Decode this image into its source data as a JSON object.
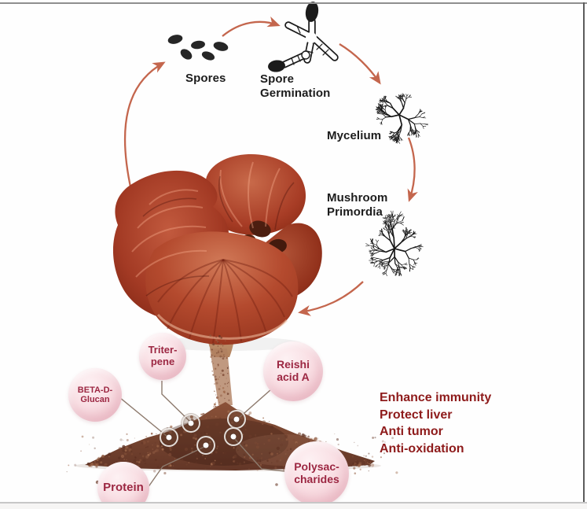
{
  "lifecycle": {
    "spores_label": "Spores",
    "germination_label": "Spore\nGermination",
    "mycelium_label": "Mycelium",
    "primordia_label": "Mushroom\nPrimordia"
  },
  "compounds": [
    {
      "label": "Triter-\npene"
    },
    {
      "label": "BETA-D-\nGlucan"
    },
    {
      "label": "Reishi\nacid A"
    },
    {
      "label": "Protein"
    },
    {
      "label": "Polysac-\ncharides"
    }
  ],
  "benefits": {
    "items": [
      "Enhance immunity",
      "Protect liver",
      "Anti tumor",
      "Anti-oxidation"
    ]
  },
  "colors": {
    "arrow": "#c4664d",
    "benefit_text": "#8e1b1b",
    "bubble_text": "#9c2742",
    "label_text": "#1c1c1c",
    "bubble_fill": "#f6d6dd",
    "spore_ink": "#262626",
    "powder_brown": "#74432f"
  }
}
